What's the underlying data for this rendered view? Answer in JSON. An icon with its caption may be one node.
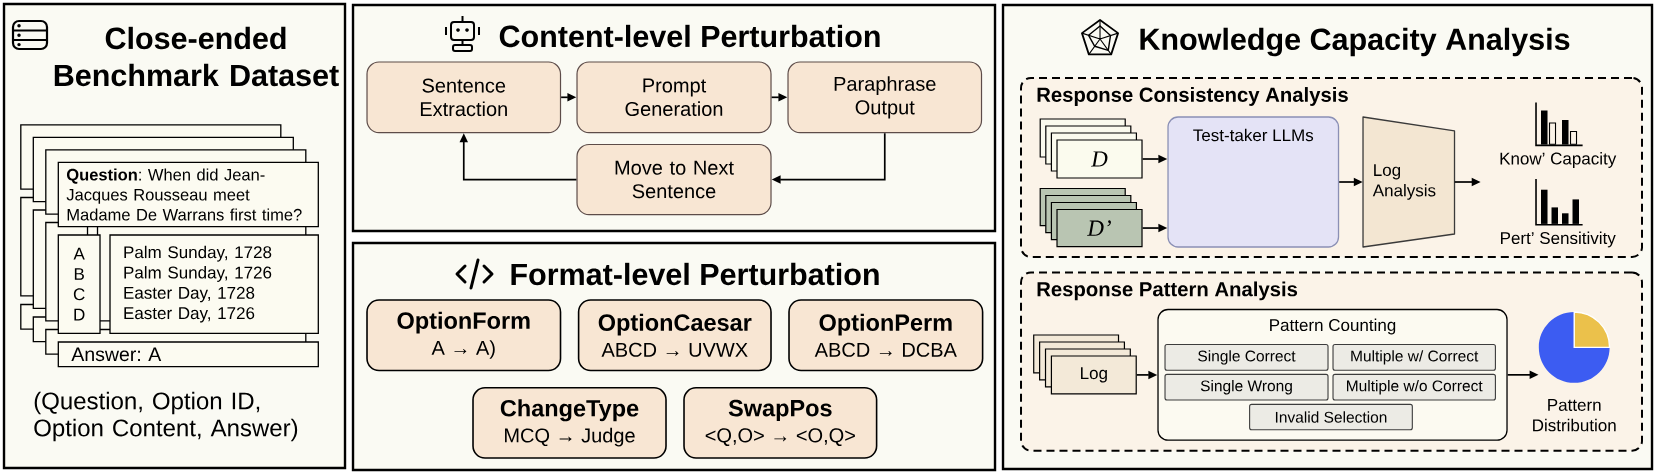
{
  "diagram": {
    "nodes": [
      {
        "text": [
          "Close-ended Benchmark Dataset"
        ]
      },
      {
        "text": [
          "**Question**: When did Jean-Jacques Rousseau meet Madame De Warrans first time?"
        ],
        "in": 0
      },
      {
        "text": [
          "A",
          "B",
          "C",
          "D"
        ],
        "in": 0
      },
      {
        "text": [
          "Palm Sunday, 1728",
          "Palm Sunday, 1726",
          "Easter Day, 1728",
          "Easter Day, 1726"
        ],
        "in": 0
      },
      {
        "text": [
          "Answer: A"
        ],
        "in": 0
      },
      {
        "text": [
          "Content-level Perturbation"
        ]
      },
      {
        "text": [
          "Sentence Extraction"
        ],
        "in": 5
      },
      {
        "text": [
          "Prompt Generation"
        ],
        "in": 5
      },
      {
        "text": [
          "Paraphrase Output"
        ],
        "in": 5
      },
      {
        "text": [
          "Move to Next Sentence"
        ],
        "in": 5
      },
      {
        "text": [
          "Format-level Perturbation"
        ]
      },
      {
        "text": [
          "OptionForm",
          "A → A)"
        ],
        "in": 10
      },
      {
        "text": [
          "OptionCaesar",
          "ABCD → UVWX"
        ],
        "in": 10
      },
      {
        "text": [
          "OptionPerm",
          "ABCD → DCBA"
        ],
        "in": 10
      },
      {
        "text": [
          "ChangeType",
          "MCQ → Judge"
        ],
        "in": 10
      },
      {
        "text": [
          "SwapPos",
          "<Q,O> → <O,Q>"
        ],
        "in": 10
      },
      {
        "text": [
          "Knowledge Capacity Analysis"
        ]
      },
      {
        "text": [
          "Response Consistency Analysis"
        ],
        "in": 16
      },
      {
        "text": [
          "D"
        ],
        "in": 17
      },
      {
        "text": [
          "D’"
        ],
        "in": 17
      },
      {
        "text": [
          "Test-taker LLMs"
        ],
        "in": 17
      },
      {
        "text": [
          "Log Analysis"
        ],
        "in": 17
      },
      {
        "text": [
          "Response Pattern Analysis"
        ],
        "in": 16
      },
      {
        "text": [
          "Log"
        ],
        "in": 22
      },
      {
        "text": [
          "Pattern Counting"
        ],
        "in": 22
      },
      {
        "text": [
          "Single Correct"
        ],
        "in": 24
      },
      {
        "text": [
          "Multiple w/ Correct"
        ],
        "in": 24
      },
      {
        "text": [
          "Single Wrong"
        ],
        "in": 24
      },
      {
        "text": [
          "Multiple w/o Correct"
        ],
        "in": 24
      },
      {
        "text": [
          "Invalid Selection"
        ],
        "in": 24
      },
      {
        "text": [],
        "shape": "picture",
        "beside": [
          "Pattern Distribution"
        ],
        "in": 22
      }
    ],
    "edges": [
      {
        "from": 6,
        "to": 7,
        "arrow": "to"
      },
      {
        "from": 7,
        "to": 8,
        "arrow": "to"
      },
      {
        "from": 8,
        "to": 9,
        "arrow": "to"
      },
      {
        "from": 9,
        "to": 6,
        "arrow": "to"
      },
      {
        "from": 18,
        "to": 20,
        "arrow": "to"
      },
      {
        "from": 19,
        "to": 20,
        "arrow": "to"
      },
      {
        "from": 20,
        "to": 21,
        "arrow": "to"
      },
      {
        "from": 21,
        "to": null,
        "arrow": "to"
      },
      {
        "from": 23,
        "to": 24,
        "arrow": "to"
      },
      {
        "from": 24,
        "to": 30,
        "arrow": "to"
      }
    ],
    "labels": [
      "(Question, Option ID, Option Content, Answer)",
      "Know’ Capacity",
      "Pert’ Sensitivity"
    ]
  }
}
